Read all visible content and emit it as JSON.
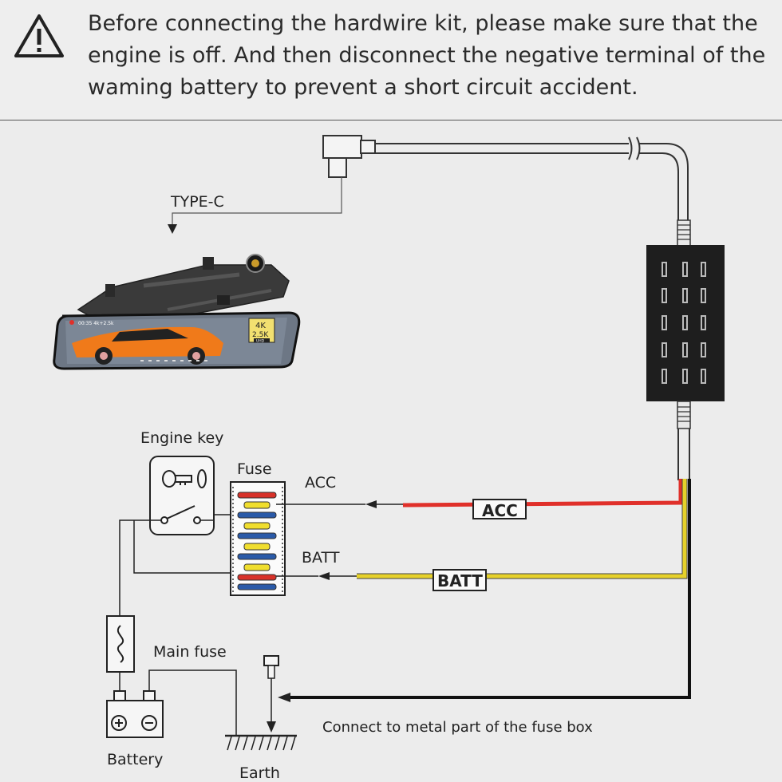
{
  "warning": {
    "icon": "warning-triangle-icon",
    "text": "Before connecting the hardwire kit, please make sure that the engine is off. And then disconnect the negative terminal of the waming battery to prevent a short circuit accident."
  },
  "labels": {
    "type_c": "TYPE-C",
    "engine_key": "Engine key",
    "fuse": "Fuse",
    "acc": "ACC",
    "batt": "BATT",
    "acc_tag": "ACC",
    "batt_tag": "BATT",
    "main_fuse": "Main fuse",
    "battery": "Battery",
    "earth": "Earth",
    "ground_note": "Connect to metal part of the fuse box"
  },
  "mirror_screen": {
    "status": "00:35  4k+2.5k",
    "badge_4k": "4K",
    "badge_25k": "2.5K",
    "badge_uhd": "UHD"
  },
  "colors": {
    "acc_wire": "#e0302a",
    "batt_wire": "#e6d12a",
    "ground_wire": "#111111",
    "converter": "#1e1e1e",
    "car": "#f07a1a"
  }
}
